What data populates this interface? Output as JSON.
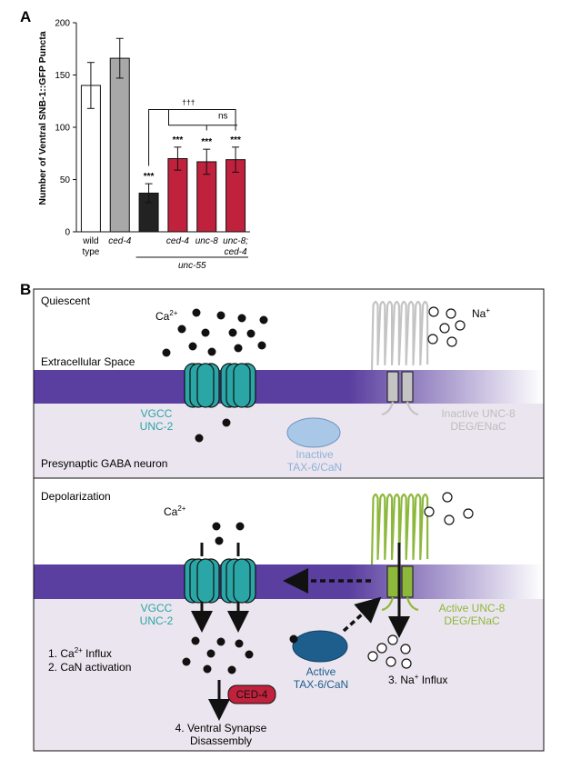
{
  "panel_a": {
    "label": "A",
    "chart_data": {
      "type": "bar",
      "ylabel": "Number of Ventral SNB-1::GFP Puncta",
      "ylim": [
        0,
        200
      ],
      "yticks": [
        "0",
        "50",
        "100",
        "150",
        "200"
      ],
      "categories": [
        {
          "line1": "wild",
          "line2": "type",
          "italic": false
        },
        {
          "line1": "ced-4",
          "line2": "",
          "italic": true
        },
        {
          "line1": "",
          "line2": "",
          "italic": false
        },
        {
          "line1": "ced-4",
          "line2": "",
          "italic": true
        },
        {
          "line1": "unc-8",
          "line2": "",
          "italic": true
        },
        {
          "line1": "unc-8;",
          "line2": "ced-4",
          "italic": true
        }
      ],
      "values": [
        140,
        166,
        37,
        70,
        67,
        69
      ],
      "errors": [
        22,
        19,
        9,
        11,
        12,
        12
      ],
      "colors": [
        "#ffffff",
        "#a8a8a8",
        "#222222",
        "#c0213c",
        "#c0213c",
        "#c0213c"
      ],
      "significance": [
        "",
        "",
        "***",
        "***",
        "***",
        "***"
      ],
      "group_label": "unc-55",
      "bracket_labels": {
        "upper": "†††",
        "lower": "ns"
      }
    }
  },
  "panel_b": {
    "label": "B",
    "top": {
      "title": "Quiescent",
      "ca_label": "Ca",
      "ca_sup": "2+",
      "na_label": "Na",
      "na_sup": "+",
      "extracellular_label": "Extracellular Space",
      "vgcc_label_1": "VGCC",
      "vgcc_label_2": "UNC-2",
      "tax_label_1": "Inactive",
      "tax_label_2": "TAX-6/CaN",
      "unc8_label_1": "Inactive UNC-8",
      "unc8_label_2": "DEG/ENaC",
      "neuron_label": "Presynaptic GABA neuron"
    },
    "bottom": {
      "title": "Depolarization",
      "ca_label": "Ca",
      "ca_sup": "2+",
      "vgcc_label_1": "VGCC",
      "vgcc_label_2": "UNC-2",
      "step1": "1. Ca",
      "step1_sup": "2+",
      "step1_tail": " Influx",
      "step2": "2. CaN activation",
      "tax_label_1": "Active",
      "tax_label_2": "TAX-6/CaN",
      "unc8_label_1": "Active UNC-8",
      "unc8_label_2": "DEG/ENaC",
      "step3": "3. Na",
      "step3_sup": "+",
      "step3_tail": " Influx",
      "ced4": "CED-4",
      "step4_line1": "4. Ventral Synapse",
      "step4_line2": "Disassembly"
    },
    "colors": {
      "membrane": "#5b3fa0",
      "cytoplasm": "#ebe5ef",
      "vgcc": "#2aa6a6",
      "vgcc_label": "#2aa6a6",
      "inactive_tax": "#a9c8e8",
      "inactive_tax_label": "#8fb1d8",
      "active_tax": "#1d5e8c",
      "inactive_unc8": "#c4c4c4",
      "active_unc8": "#8db83c",
      "ced4": "#c0213c"
    }
  }
}
